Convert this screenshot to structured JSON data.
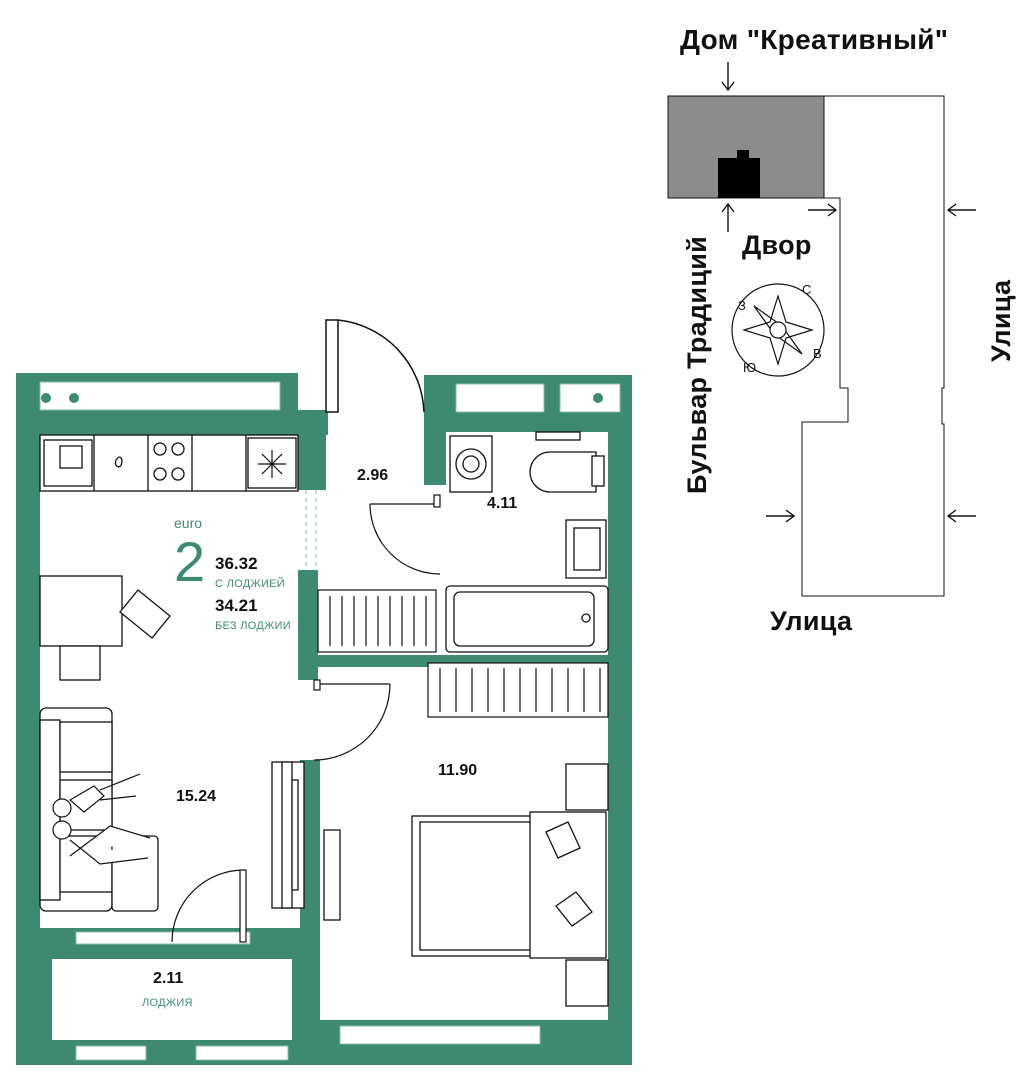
{
  "colors": {
    "wall": "#3e8a70",
    "accent_text": "#3e8a70",
    "building_highlight": "#8c8c8c",
    "line": "#111111"
  },
  "apartment": {
    "format": "euro",
    "rooms": "2",
    "area_with_loggia": "36.32",
    "area_with_loggia_label": "С ЛОДЖИЕЙ",
    "area_without_loggia": "34.21",
    "area_without_loggia_label": "БЕЗ ЛОДЖИИ"
  },
  "rooms": {
    "hallway": "2.96",
    "bathroom": "4.11",
    "kitchen_living": "15.24",
    "bedroom": "11.90",
    "loggia": "2.11",
    "loggia_label": "ЛОДЖИЯ"
  },
  "site_plan": {
    "building_name": "Дом \"Креативный\"",
    "yard": "Двор",
    "boulevard": "Бульвар Традиций",
    "street_right": "Улица",
    "street_bottom": "Улица",
    "compass": {
      "north": "С",
      "east": "В",
      "south": "Ю",
      "west": "З"
    }
  }
}
